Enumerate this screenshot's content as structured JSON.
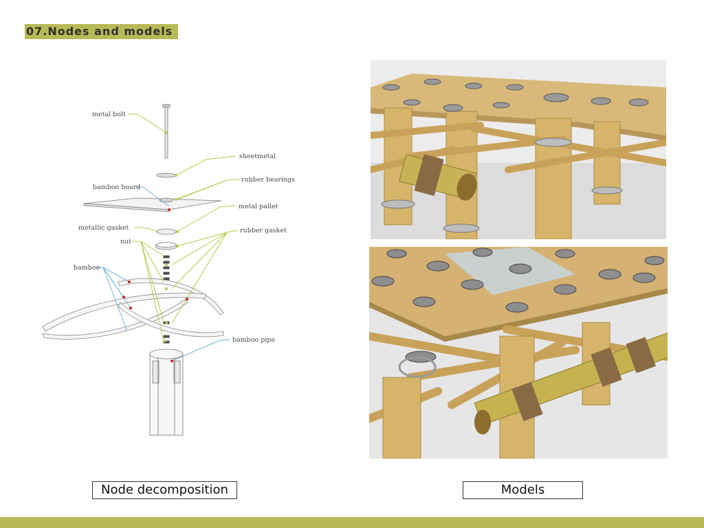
{
  "header": {
    "title": "07.Nodes and models"
  },
  "diagram": {
    "labels": {
      "metal_bolt": "metal bolt",
      "sheetmetal": "sheetmetal",
      "rubber_bearings": "rubber bearings",
      "bamboo_board": "bamboo board",
      "metal_pallet": "metal pallet",
      "metallic_gasket": "metallic gasket",
      "rubber_gasket": "rubber gasket",
      "nut": "nut",
      "bamboo": "bamboo",
      "bamboo_pipe": "bamboo pipe"
    },
    "colors": {
      "leader_green": "#b7c94a",
      "leader_blue": "#6fb3d8",
      "dot_red": "#c0262d"
    }
  },
  "captions": {
    "left": "Node decomposition",
    "right": "Models"
  },
  "colors": {
    "accent": "#b8ba57",
    "bamboo": "#d6b56b",
    "board": "#d9b97a"
  }
}
